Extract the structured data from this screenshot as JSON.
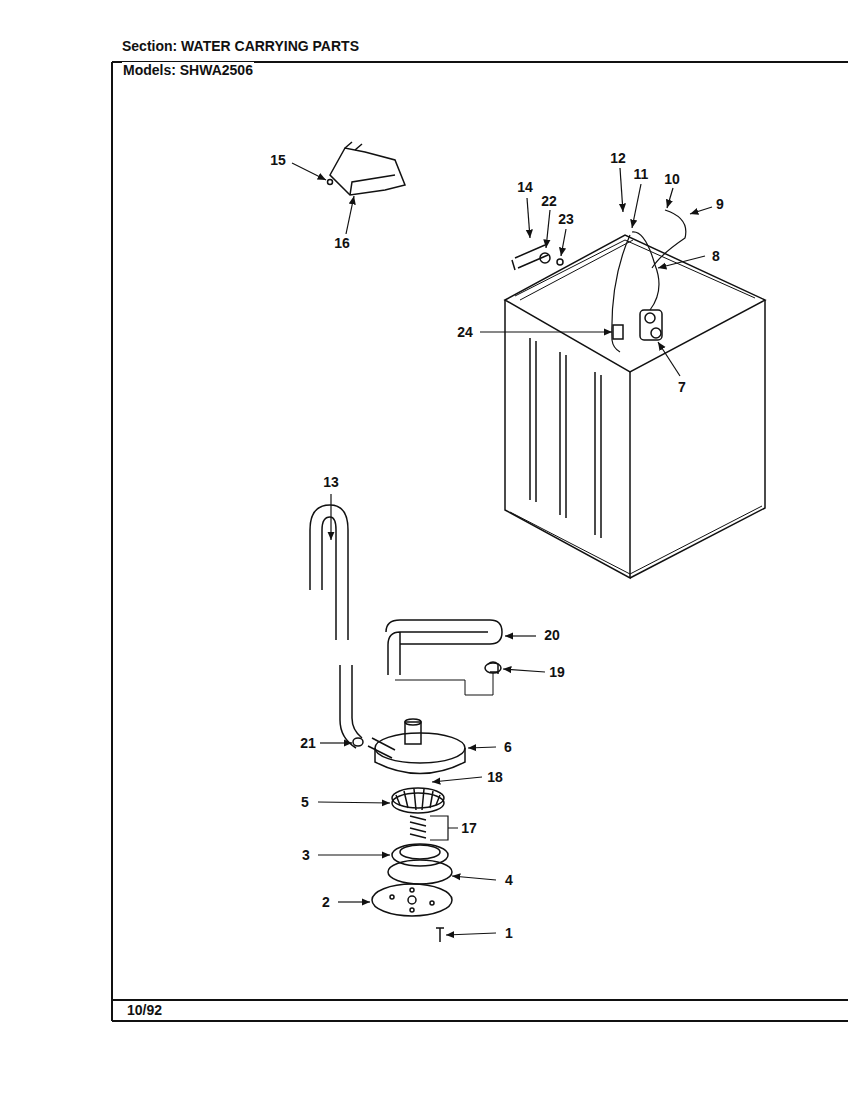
{
  "diagram": {
    "title": "Section: WATER CARRYING PARTS",
    "labels": [
      "Models: SHWA2506",
      "15",
      "16",
      "12",
      "11",
      "10",
      "9",
      "14",
      "22",
      "23",
      "8",
      "24",
      "7",
      "13",
      "20",
      "19",
      "21",
      "6",
      "18",
      "5",
      "17",
      "3",
      "4",
      "2",
      "1",
      "10/92"
    ]
  }
}
